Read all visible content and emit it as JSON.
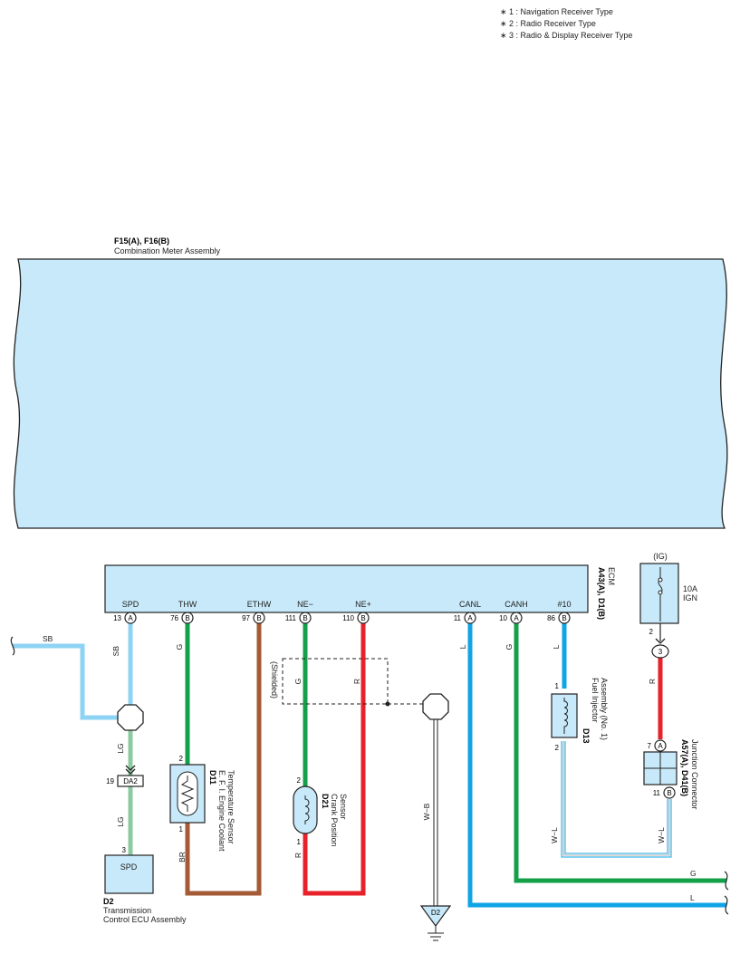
{
  "notes": [
    "∗ 1 : Navigation Receiver Type",
    "∗ 2 : Radio Receiver Type",
    "∗ 3 : Radio & Display Receiver Type"
  ],
  "meter": {
    "code": "F15(A), F16(B)",
    "name": "Combination Meter Assembly"
  },
  "ecm": {
    "code": "A43(A), D1(B)",
    "name": "ECM",
    "terminals": [
      {
        "label": "SPD",
        "pin": "13",
        "conn": "A"
      },
      {
        "label": "THW",
        "pin": "76",
        "conn": "B"
      },
      {
        "label": "ETHW",
        "pin": "97",
        "conn": "B"
      },
      {
        "label": "NE−",
        "pin": "111",
        "conn": "B"
      },
      {
        "label": "NE+",
        "pin": "110",
        "conn": "B"
      },
      {
        "label": "CANL",
        "pin": "11",
        "conn": "A"
      },
      {
        "label": "CANH",
        "pin": "10",
        "conn": "A"
      },
      {
        "label": "#10",
        "pin": "86",
        "conn": "B"
      }
    ]
  },
  "fuse": {
    "circuit": "(IG)",
    "rating": "10A",
    "name": "IGN",
    "pin": "2",
    "conn_pin": "3"
  },
  "junction": {
    "code": "A57(A), D41(B)",
    "name": "Junction Connector",
    "pin_a": "7",
    "conn_a": "A",
    "pin_b": "11",
    "conn_b": "B"
  },
  "injector": {
    "code": "D13",
    "name_line1": "Fuel Injector",
    "name_line2": "Assembly (No. 1)",
    "pin1": "1",
    "pin2": "2"
  },
  "coolant_sensor": {
    "code": "D11",
    "name_line1": "E. F. I.  Engine Coolant",
    "name_line2": "Temperature Sensor",
    "pin1": "2",
    "pin2": "1"
  },
  "crank_sensor": {
    "code": "D21",
    "name_line1": "Crank Position",
    "name_line2": "Sensor",
    "pin1": "2",
    "pin2": "1"
  },
  "tcu": {
    "code": "D2",
    "name_line1": "Transmission",
    "name_line2": "Control ECU Assembly",
    "label": "SPD",
    "pin": "3"
  },
  "da2": {
    "label": "DA2",
    "pin": "19"
  },
  "shielded": "(Shielded)",
  "ground": {
    "label": "D2"
  },
  "wires": {
    "sb_in": "SB",
    "sb_vert": "SB",
    "lg1": "LG",
    "lg2": "LG",
    "g_thw": "G",
    "br": "BR",
    "g_ne": "G",
    "r_ne": "R",
    "r_crank": "R",
    "wb": "W−B",
    "l_canl": "L",
    "g_canh": "G",
    "l_inj": "L",
    "wl_inj": "W−L",
    "r_fuse": "R",
    "wl_jc": "W−L",
    "g_out": "G",
    "l_out": "L"
  },
  "colors": {
    "SB": "#8fd3f4",
    "LG": "#8ccba0",
    "G": "#14a049",
    "BR": "#a35a35",
    "R": "#e8222a",
    "L": "#10a4e6",
    "box": "#c8e9f9"
  }
}
